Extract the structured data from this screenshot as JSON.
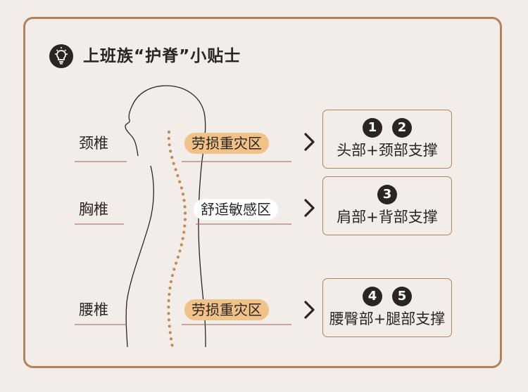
{
  "title": "上班族“护脊”小贴士",
  "icon": "lightbulb-icon",
  "colors": {
    "accent_border": "#b2825c",
    "strain_zone": "#f0c287",
    "spine_dots": "#c68a56",
    "background": "#f2ede8"
  },
  "segments": [
    {
      "label": "颈椎",
      "zone": "劳损重灾区",
      "zone_type": "strain",
      "numbers": [
        "1",
        "2"
      ],
      "support": "头部+颈部支撑"
    },
    {
      "label": "胸椎",
      "zone": "舒适敏感区",
      "zone_type": "sensitive",
      "numbers": [
        "3"
      ],
      "support": "肩部+背部支撑"
    },
    {
      "label": "腰椎",
      "zone": "劳损重灾区",
      "zone_type": "strain",
      "numbers": [
        "4",
        "5"
      ],
      "support": "腰臀部+腿部支撑"
    }
  ]
}
